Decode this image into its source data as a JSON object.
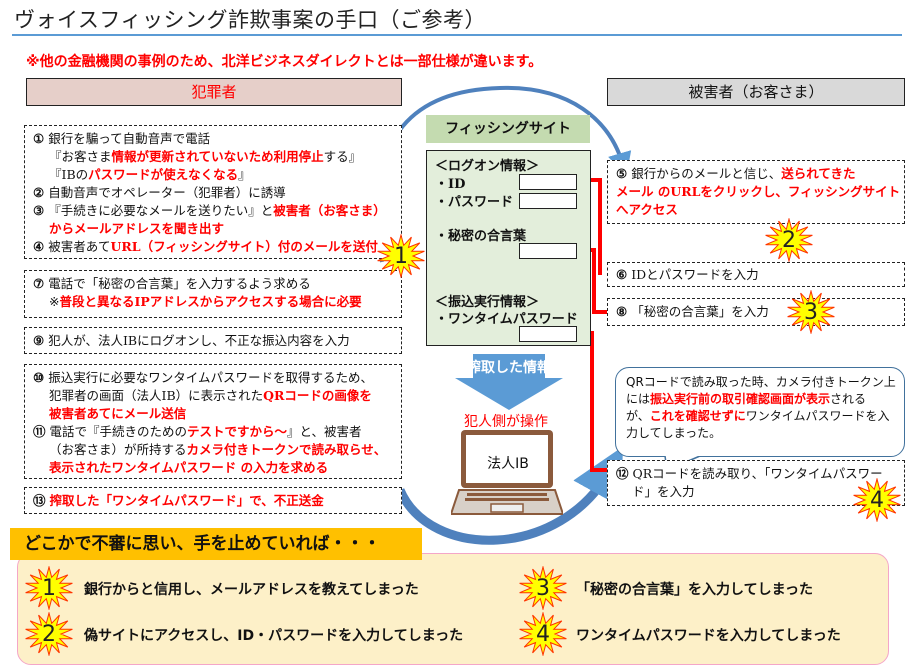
{
  "title": "ヴォイスフィッシング詐欺事案の手口（ご参考）",
  "notice": "※他の金融機関の事例のため、北洋ビジネスダイレクトとは一部仕様が違います。",
  "headers": {
    "criminal": "犯罪者",
    "victim": "被害者（お客さま）"
  },
  "criminal_steps": {
    "box1": {
      "s1_num": "①",
      "s1_text": "銀行を騙って自動音声で電話",
      "s1_q1_a": "『お客さま",
      "s1_q1_b": "情報が更新されていないため利用停止",
      "s1_q1_c": "する』",
      "s1_q2_a": "『IBの",
      "s1_q2_b": "パスワードが使えなくなる",
      "s1_q2_c": "』",
      "s2_num": "②",
      "s2_text": "自動音声でオペレーター（犯罪者）に誘導",
      "s3_num": "③",
      "s3_a": "『手続きに必要なメールを送りたい』と",
      "s3_b": "被害者（お客さま）",
      "s3_c": "からメールアドレスを聞き出す",
      "s4_num": "④",
      "s4_a": "被害者あて",
      "s4_b": "URL（フィッシングサイト）付のメールを送付"
    },
    "box2": {
      "s7_num": "⑦",
      "s7_text": "電話で「秘密の合言葉」を入力するよう求める",
      "s7_note_a": "※",
      "s7_note_b": "普段と異なるIPアドレスからアクセスする場合に必要"
    },
    "box3": {
      "s9_num": "⑨",
      "s9_text": "犯人が、法人IBにログオンし、不正な振込内容を入力"
    },
    "box4": {
      "s10_num": "⑩",
      "s10_a": "振込実行に必要なワンタイムパスワードを取得するため、",
      "s10_b": "犯罪者の画面（法人IB）に表示された",
      "s10_c": "QRコードの画像を",
      "s10_d": "被害者あてにメール送信",
      "s11_num": "⑪",
      "s11_a": "電話で『手続きのための",
      "s11_b": "テストですから～",
      "s11_c": "』と、被害者",
      "s11_d": "（お客さま）が所持する",
      "s11_e": "カメラ付きトークンで読み取らせ、",
      "s11_f": "表示されたワンタイムパスワード の入力を求める"
    },
    "box5": {
      "s13_num": "⑬",
      "s13_text": "搾取した「ワンタイムパスワード」で、不正送金"
    }
  },
  "phishing_site": {
    "title": "フィッシングサイト",
    "logon_section": "＜ログオン情報＞",
    "id_label": "・ID",
    "password_label": "・パスワード",
    "secret_label": "・秘密の合言葉",
    "transfer_section": "＜振込実行情報＞",
    "otp_label": "・ワンタイムパスワード"
  },
  "stolen_info": "搾取した情報",
  "operated_by": "犯人側が操作",
  "laptop_label": "法人IB",
  "victim_steps": {
    "s5_num": "⑤",
    "s5_a": "銀行からのメールと信じ、",
    "s5_b": "送られてきた",
    "s5_c": "メール のURLをクリックし、フィッシングサイト",
    "s5_d": "へアクセス",
    "s6_num": "⑥",
    "s6_text": "IDとパスワードを入力",
    "s8_num": "⑧",
    "s8_text": "「秘密の合言葉」を入力",
    "s12_num": "⑫",
    "s12_a": "QRコードを読み取り、「ワンタイムパスワー",
    "s12_b": "ド」を入力"
  },
  "callout": {
    "a": "QRコードで読み取った時、カメラ付きトークン上",
    "b": "には",
    "c": "振込実行前の取引確認画面が表示",
    "d": "される",
    "e": "が、",
    "f": "これを確認せずに",
    "g": "ワンタイムパスワードを入",
    "h": "力してしまった。"
  },
  "bursts": [
    "1",
    "2",
    "3",
    "4"
  ],
  "banner": "どこかで不審に思い、手を止めていれば・・・",
  "summary": [
    {
      "num": "1",
      "text": "銀行からと信用し、メールアドレスを教えてしまった"
    },
    {
      "num": "2",
      "text": "偽サイトにアクセスし、ID・パスワードを入力してしまった"
    },
    {
      "num": "3",
      "text": "「秘密の合言葉」を入力してしまった"
    },
    {
      "num": "4",
      "text": "ワンタイムパスワードを入力してしまった"
    }
  ],
  "colors": {
    "accent_red": "#ff0000",
    "arrow_blue": "#5b9bd5",
    "banner": "#ffc000",
    "summary_bg": "#fdf0c8",
    "burst_fill": "#ffff00",
    "burst_stroke": "#ff3300"
  }
}
